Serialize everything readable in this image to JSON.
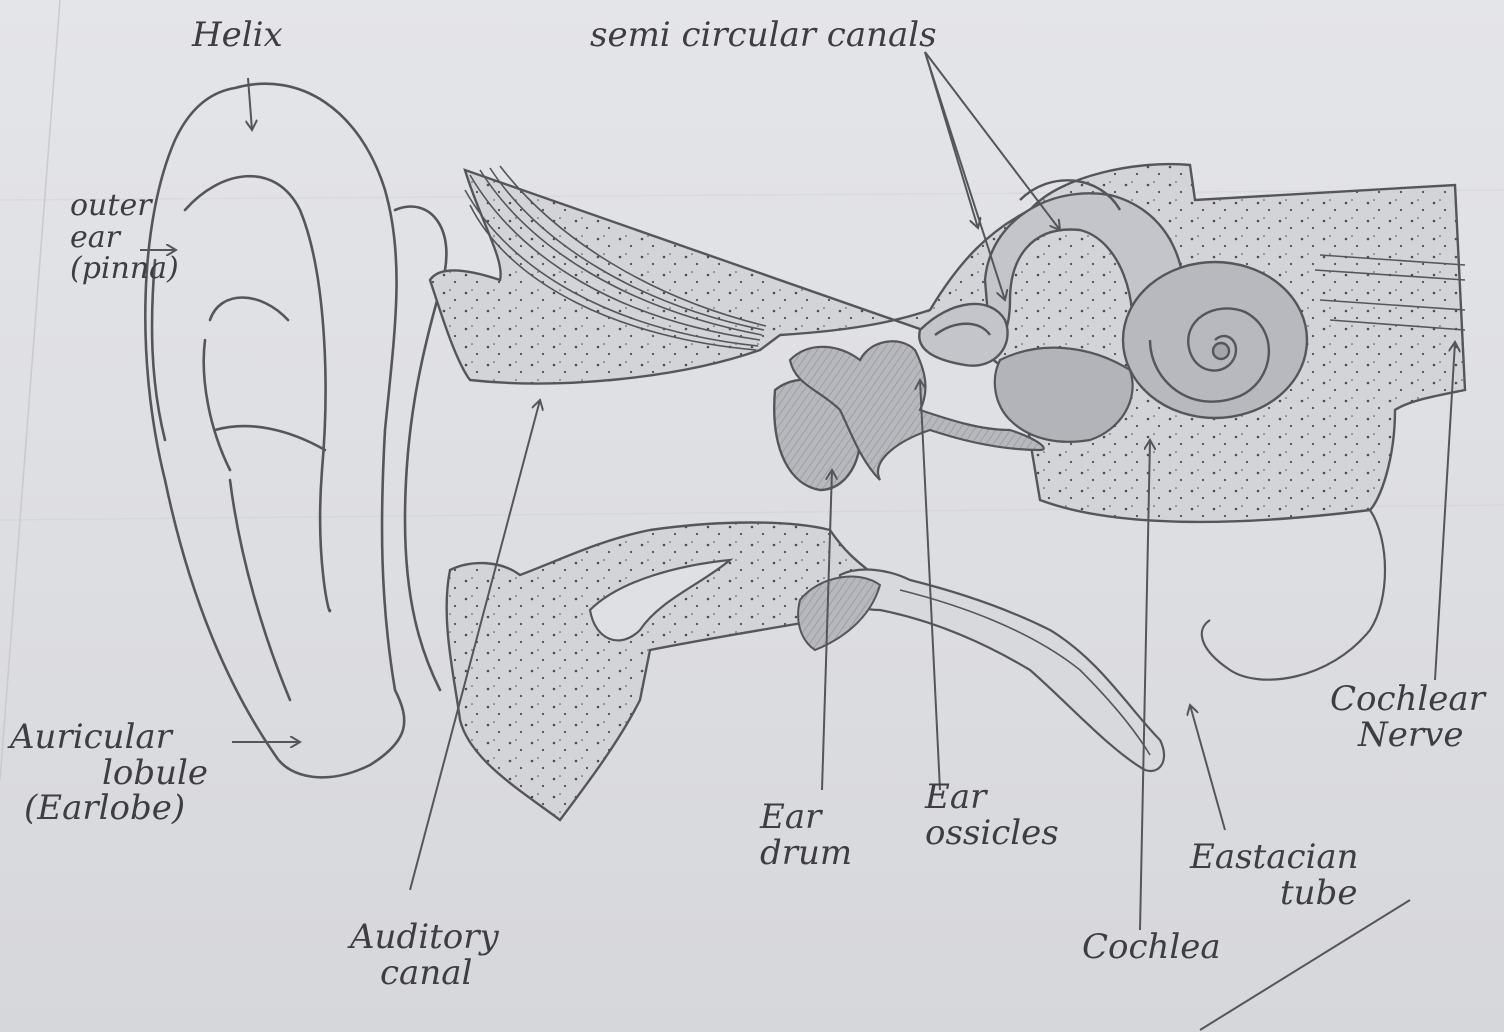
{
  "labels": {
    "helix": "Helix",
    "semicircular_canals": "semi circular canals",
    "outer_ear_line1": "outer",
    "outer_ear_line2": "ear",
    "outer_ear_line3": "(pinna)",
    "auricular_line1": "Auricular",
    "auricular_line2": "lobule",
    "auricular_line3": "(Earlobe)",
    "auditory_line1": "Auditory",
    "auditory_line2": "canal",
    "ear_drum_line1": "Ear",
    "ear_drum_line2": "drum",
    "ear_ossicles_line1": "Ear",
    "ear_ossicles_line2": "ossicles",
    "eustachian_line1": "Eastacian",
    "eustachian_line2": "tube",
    "cochlea": "Cochlea",
    "cochlear_nerve_line1": "Cochlear",
    "cochlear_nerve_line2": "Nerve"
  },
  "colors": {
    "paper": "#e0e1e4",
    "pencil": "#55565c",
    "shade": "#b9bac0",
    "dark_shade": "#a4a5ab"
  }
}
